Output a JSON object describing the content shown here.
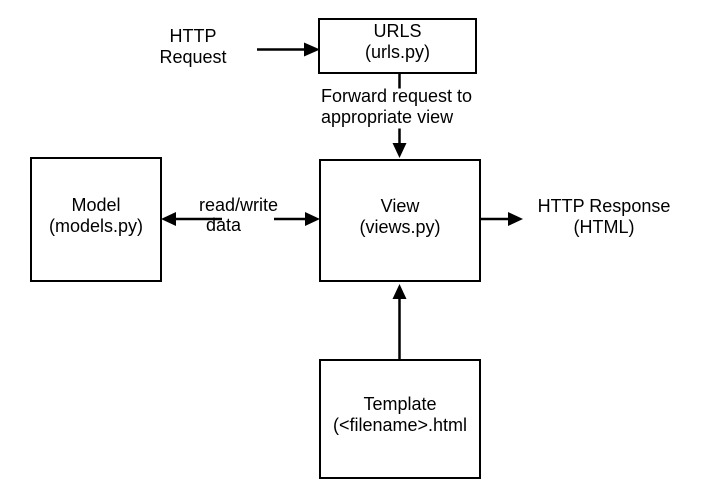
{
  "canvas": {
    "background": "#ffffff",
    "stroke_color": "#000000",
    "text_color": "#000000"
  },
  "nodes": {
    "urls": {
      "title": "URLS",
      "subtitle": "(urls.py)"
    },
    "model": {
      "title": "Model",
      "subtitle": "(models.py)"
    },
    "view": {
      "title": "View",
      "subtitle": "(views.py)"
    },
    "template": {
      "title": "Template",
      "subtitle": "(<filename>.html"
    }
  },
  "labels": {
    "http_request": {
      "line1": "HTTP",
      "line2": "Request"
    },
    "forward": {
      "line1": "Forward request to",
      "line2": "appropriate view"
    },
    "read_write": {
      "line1": "read/write",
      "line2": "data"
    },
    "http_response": {
      "line1": "HTTP Response",
      "line2": "(HTML)"
    }
  }
}
